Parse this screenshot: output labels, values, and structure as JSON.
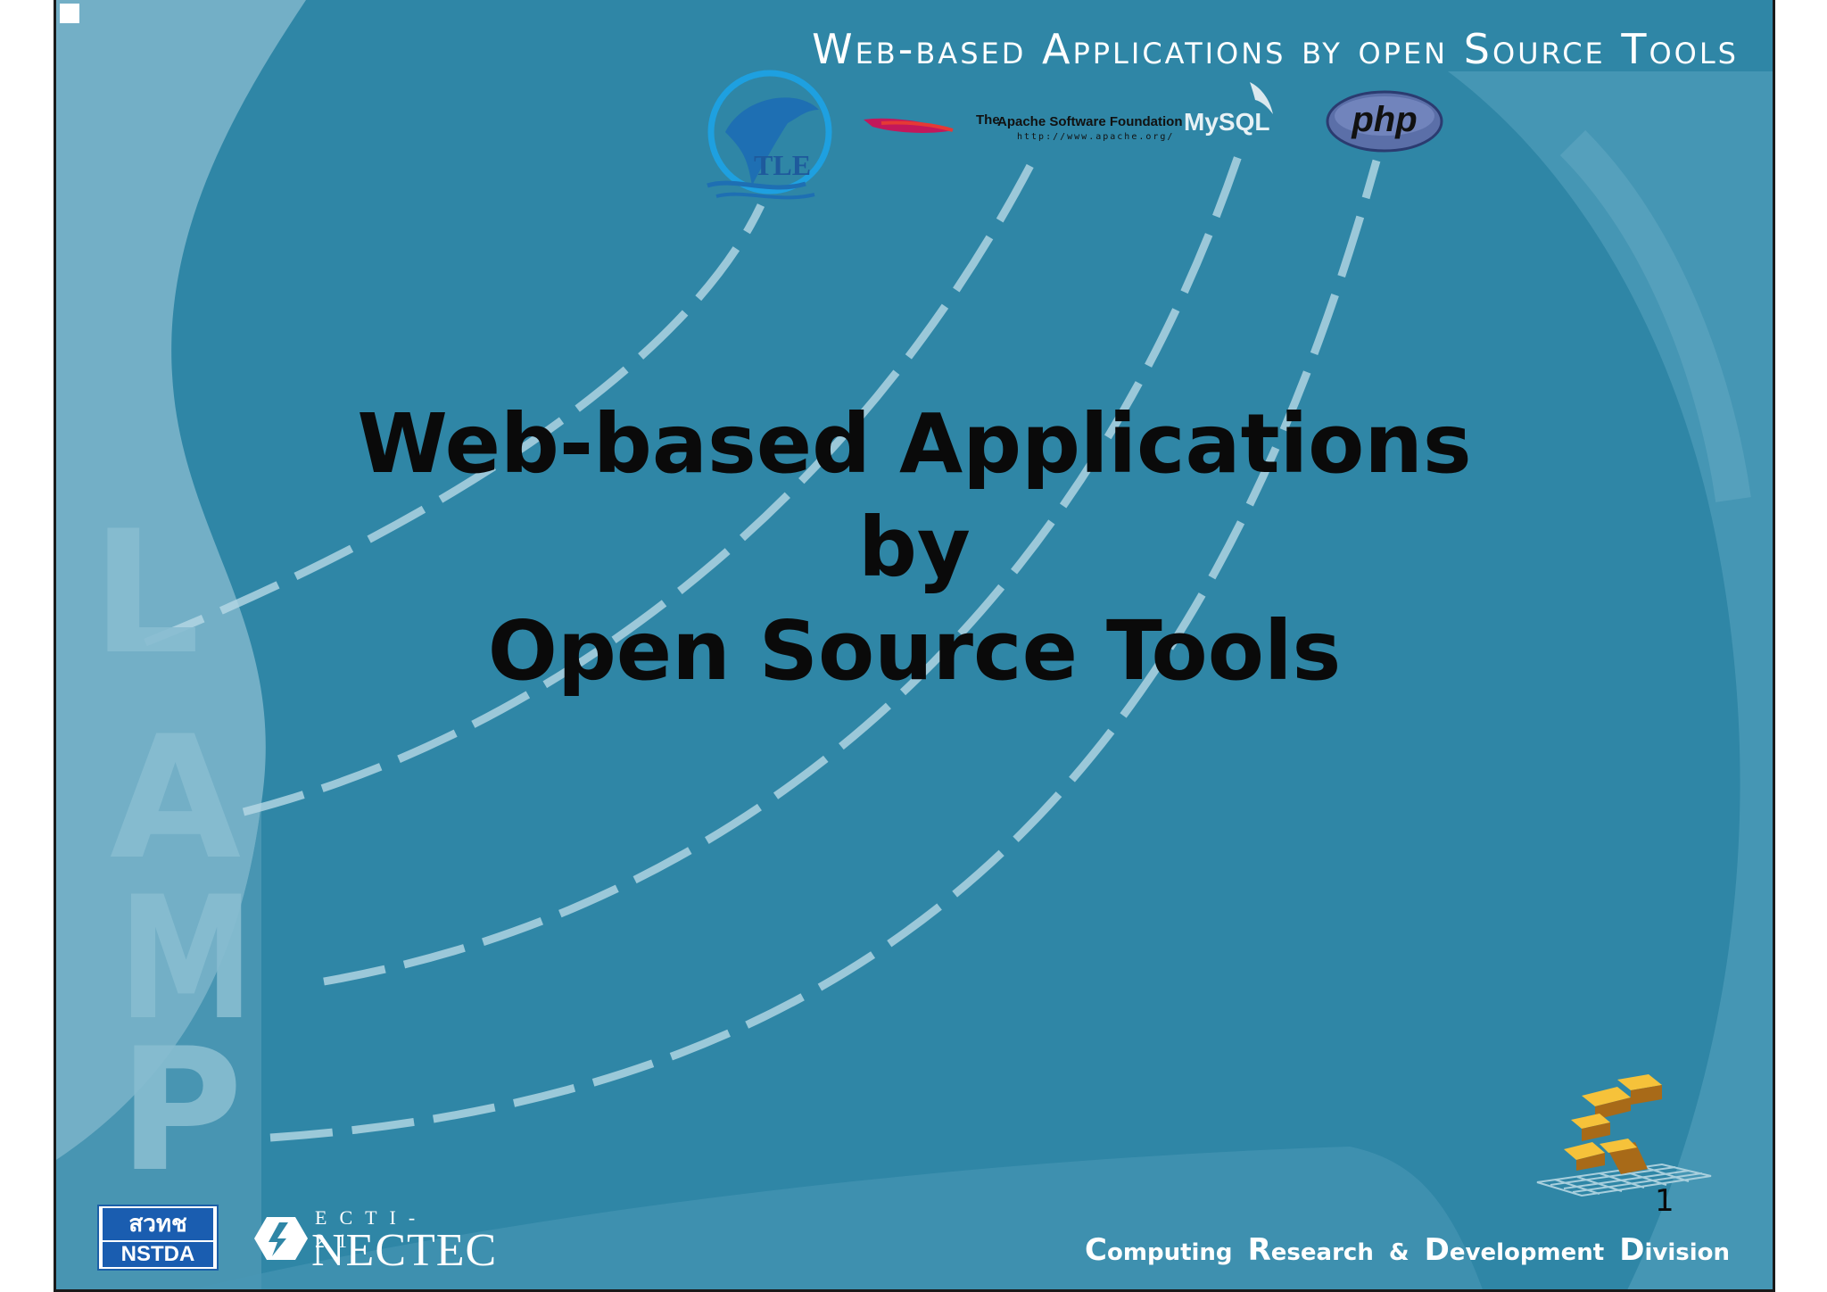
{
  "header": {
    "title": "Web-based Applications by open Source Tools"
  },
  "logos": {
    "tle": "TLE",
    "apache": {
      "prefix": "The",
      "name": "Apache Software Foundation",
      "url": "http://www.apache.org/"
    },
    "mysql": "MySQL",
    "php": "php"
  },
  "watermark": {
    "letters": [
      "L",
      "A",
      "M",
      "P"
    ]
  },
  "main": {
    "title_lines": [
      "Web-based Applications",
      "by",
      "Open Source Tools"
    ]
  },
  "page_number": "1",
  "footer": {
    "nstda_top": "สวทช",
    "nstda_bottom": "NSTDA",
    "ecti": "ECTI-21",
    "nectec": "NECTEC",
    "division": {
      "words": [
        {
          "cap": "C",
          "rest": "omputing"
        },
        {
          "cap": "R",
          "rest": "esearch"
        },
        {
          "cap": "&",
          "rest": ""
        },
        {
          "cap": "D",
          "rest": "evelopment"
        },
        {
          "cap": "D",
          "rest": "ivision"
        }
      ]
    }
  },
  "colors": {
    "background": "#2f86a6",
    "light_band": "#86bcd0",
    "title_text": "#0a0a0a"
  }
}
